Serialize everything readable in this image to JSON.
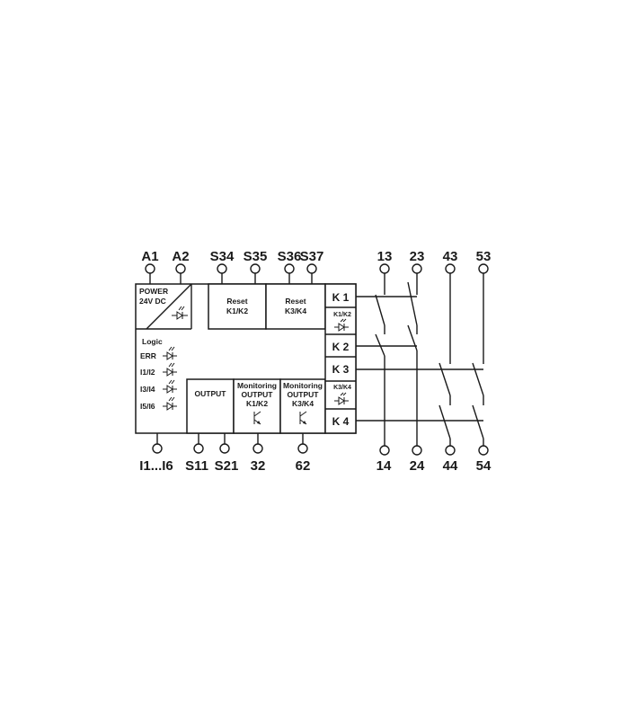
{
  "terminals_top": {
    "a1": "A1",
    "a2": "A2",
    "s34": "S34",
    "s35": "S35",
    "s36": "S36",
    "s37": "S37",
    "t13": "13",
    "t23": "23",
    "t43": "43",
    "t53": "53"
  },
  "terminals_bottom": {
    "i1i6": "I1...I6",
    "s11": "S11",
    "s21": "S21",
    "t32": "32",
    "t62": "62",
    "t14": "14",
    "t24": "24",
    "t44": "44",
    "t54": "54"
  },
  "blocks": {
    "power_line1": "POWER",
    "power_line2": "24V DC",
    "reset_k1k2_line1": "Reset",
    "reset_k1k2_line2": "K1/K2",
    "reset_k3k4_line1": "Reset",
    "reset_k3k4_line2": "K3/K4",
    "logic": "Logic",
    "err": "ERR",
    "i1i2": "I1/I2",
    "i3i4": "I3/I4",
    "i5i6": "I5/I6",
    "output": "OUTPUT",
    "mon_k1k2_line1": "Monitoring",
    "mon_k1k2_line2": "OUTPUT",
    "mon_k1k2_line3": "K1/K2",
    "mon_k3k4_line1": "Monitoring",
    "mon_k3k4_line2": "OUTPUT",
    "mon_k3k4_line3": "K3/K4"
  },
  "relays": {
    "k1": "K 1",
    "k1k2_led": "K1/K2",
    "k2": "K 2",
    "k3": "K 3",
    "k3k4_led": "K3/K4",
    "k4": "K 4"
  },
  "icons": {
    "led": "led-diode-icon",
    "transistor": "transistor-icon",
    "contact": "relay-contact-icon",
    "terminal": "terminal-circle-icon"
  }
}
